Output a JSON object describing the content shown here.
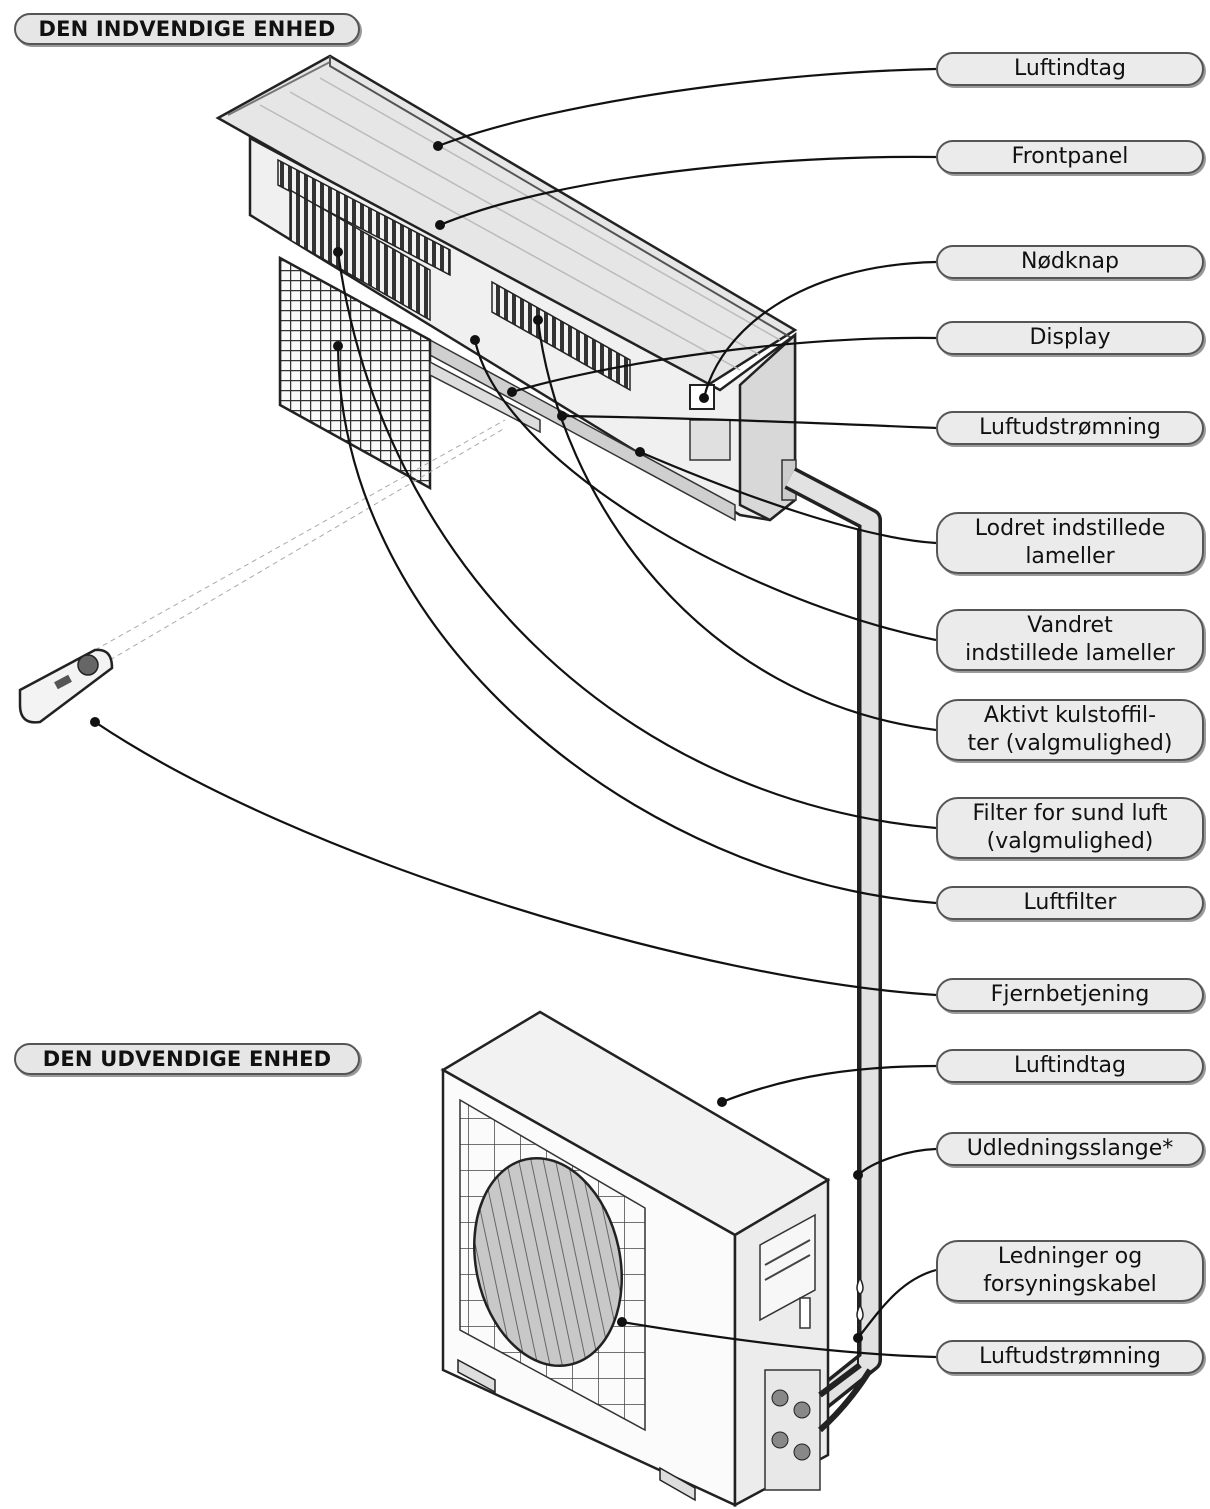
{
  "sections": {
    "indoor": "DEN INDVENDIGE ENHED",
    "outdoor": "DEN UDVENDIGE ENHED"
  },
  "callouts": [
    {
      "id": "luftindtag-indoor",
      "lines": [
        "Luftindtag"
      ]
    },
    {
      "id": "frontpanel",
      "lines": [
        "Frontpanel"
      ]
    },
    {
      "id": "nodknap",
      "lines": [
        "Nødknap"
      ]
    },
    {
      "id": "display",
      "lines": [
        "Display"
      ]
    },
    {
      "id": "luftudstromning-indoor",
      "lines": [
        "Luftudstrømning"
      ]
    },
    {
      "id": "lodret-lameller",
      "lines": [
        "Lodret indstillede",
        "lameller"
      ]
    },
    {
      "id": "vandret-lameller",
      "lines": [
        "Vandret",
        "indstillede lameller"
      ]
    },
    {
      "id": "kulstoffilter",
      "lines": [
        "Aktivt kulstoffil-",
        "ter (valgmulighed)"
      ]
    },
    {
      "id": "filter-sund-luft",
      "lines": [
        "Filter for sund luft",
        "(valgmulighed)"
      ]
    },
    {
      "id": "luftfilter",
      "lines": [
        "Luftfilter"
      ]
    },
    {
      "id": "fjernbetjening",
      "lines": [
        "Fjernbetjening"
      ]
    },
    {
      "id": "luftindtag-outdoor",
      "lines": [
        "Luftindtag"
      ]
    },
    {
      "id": "udledningsslange",
      "lines": [
        "Udledningsslange*"
      ]
    },
    {
      "id": "ledninger",
      "lines": [
        "Ledninger og",
        "forsyningskabel"
      ]
    },
    {
      "id": "luftudstromning-outdoor",
      "lines": [
        "Luftudstrømning"
      ]
    }
  ]
}
